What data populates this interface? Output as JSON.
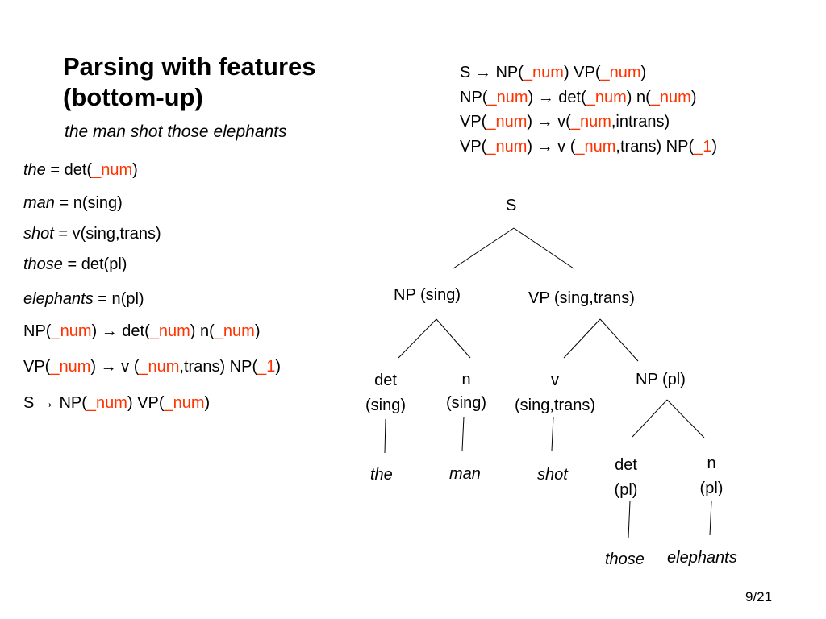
{
  "slide": {
    "title_line1": "Parsing with features",
    "title_line2": "(bottom-up)",
    "sentence": "the man shot those elephants",
    "page": "9/21"
  },
  "symbols": {
    "arrow": "→",
    "num": "_num",
    "one": "_1"
  },
  "lexicon": [
    {
      "word": "the",
      "eq": " = ",
      "pre": "det(",
      "post": ")"
    },
    {
      "word": "man",
      "eq": " = ",
      "text": "n(sing)"
    },
    {
      "word": "shot",
      "eq": " = ",
      "text": "v(sing,trans)"
    },
    {
      "word": "those",
      "eq": " = ",
      "text": "det(pl)"
    },
    {
      "word": "elephants",
      "eq": " = ",
      "text": "n(pl)"
    }
  ],
  "rule_parts": {
    "S": "S ",
    "NP_open": "NP(",
    "VP_open": "VP(",
    "close": ")",
    "det_open": " det(",
    "n_open": " n(",
    "v_open": " v(",
    "v_space_open": " v (",
    "intrans": ",intrans)",
    "trans_np": ",trans) NP(",
    "np_open_sp": " NP(",
    "vp_open_sp": " VP("
  },
  "tree": {
    "S": "S",
    "NP_sing": "NP (sing)",
    "VP_sing_trans": "VP (sing,trans)",
    "det_sing_1": "det",
    "det_sing_2": "(sing)",
    "n_sing_1": "n",
    "n_sing_2": "(sing)",
    "v_1": "v",
    "v_2": "(sing,trans)",
    "NP_pl": "NP (pl)",
    "det_pl_1": "det",
    "det_pl_2": "(pl)",
    "n_pl_1": "n",
    "n_pl_2": "(pl)",
    "w_the": "the",
    "w_man": "man",
    "w_shot": "shot",
    "w_those": "those",
    "w_elephants": "elephants"
  },
  "colors": {
    "accent": "#ff3300",
    "text": "#000000",
    "background": "#ffffff"
  }
}
